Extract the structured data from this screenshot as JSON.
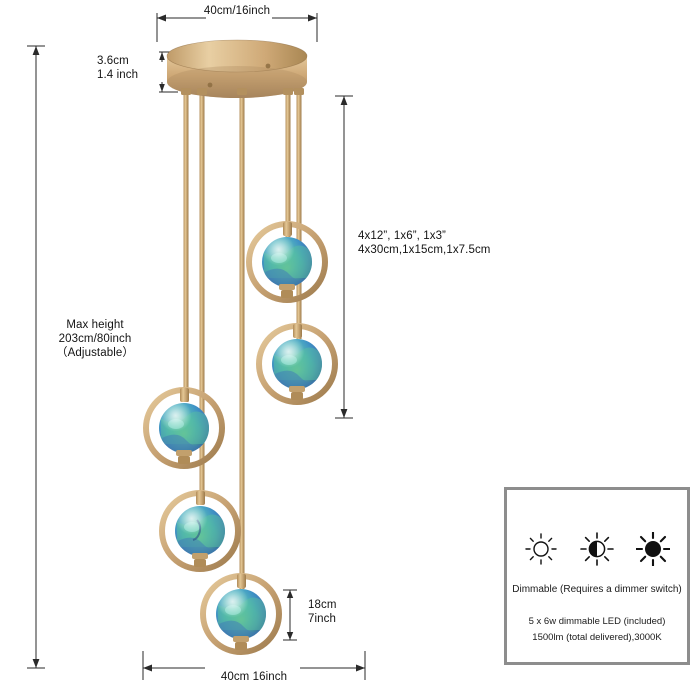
{
  "product": {
    "type": "pendant-chandelier",
    "description": "5-light spiral glass globe pendant chandelier with gold finish"
  },
  "dimensions": {
    "canopy_width": "40cm/16inch",
    "canopy_thickness": "3.6cm\n1.4 inch",
    "max_height": "Max height\n203cm/80inch\n（Adjustable）",
    "shade_sizes": "4x12”, 1x6”, 1x3”\n4x30cm,1x15cm,1x7.5cm",
    "globe_size": "18cm\n7inch",
    "bottom_width": "40cm 16inch"
  },
  "spec_box": {
    "icons": [
      "dim-low-icon",
      "dim-medium-icon",
      "dim-high-icon"
    ],
    "caption": "Dimmable\n(Requires a dimmer switch)",
    "lines": [
      "5 x 6w dimmable LED (included)",
      "1500lm (total delivered),3000K"
    ]
  },
  "colors": {
    "gold_light": "#d9b887",
    "gold_mid": "#c39f6d",
    "gold_dark": "#a07f51",
    "glass_blue": "#3f8fbe",
    "glass_teal": "#46b2a6",
    "glass_green": "#6fbf7e",
    "line": "#2a2a2a",
    "box_border": "#8d8d8d"
  }
}
